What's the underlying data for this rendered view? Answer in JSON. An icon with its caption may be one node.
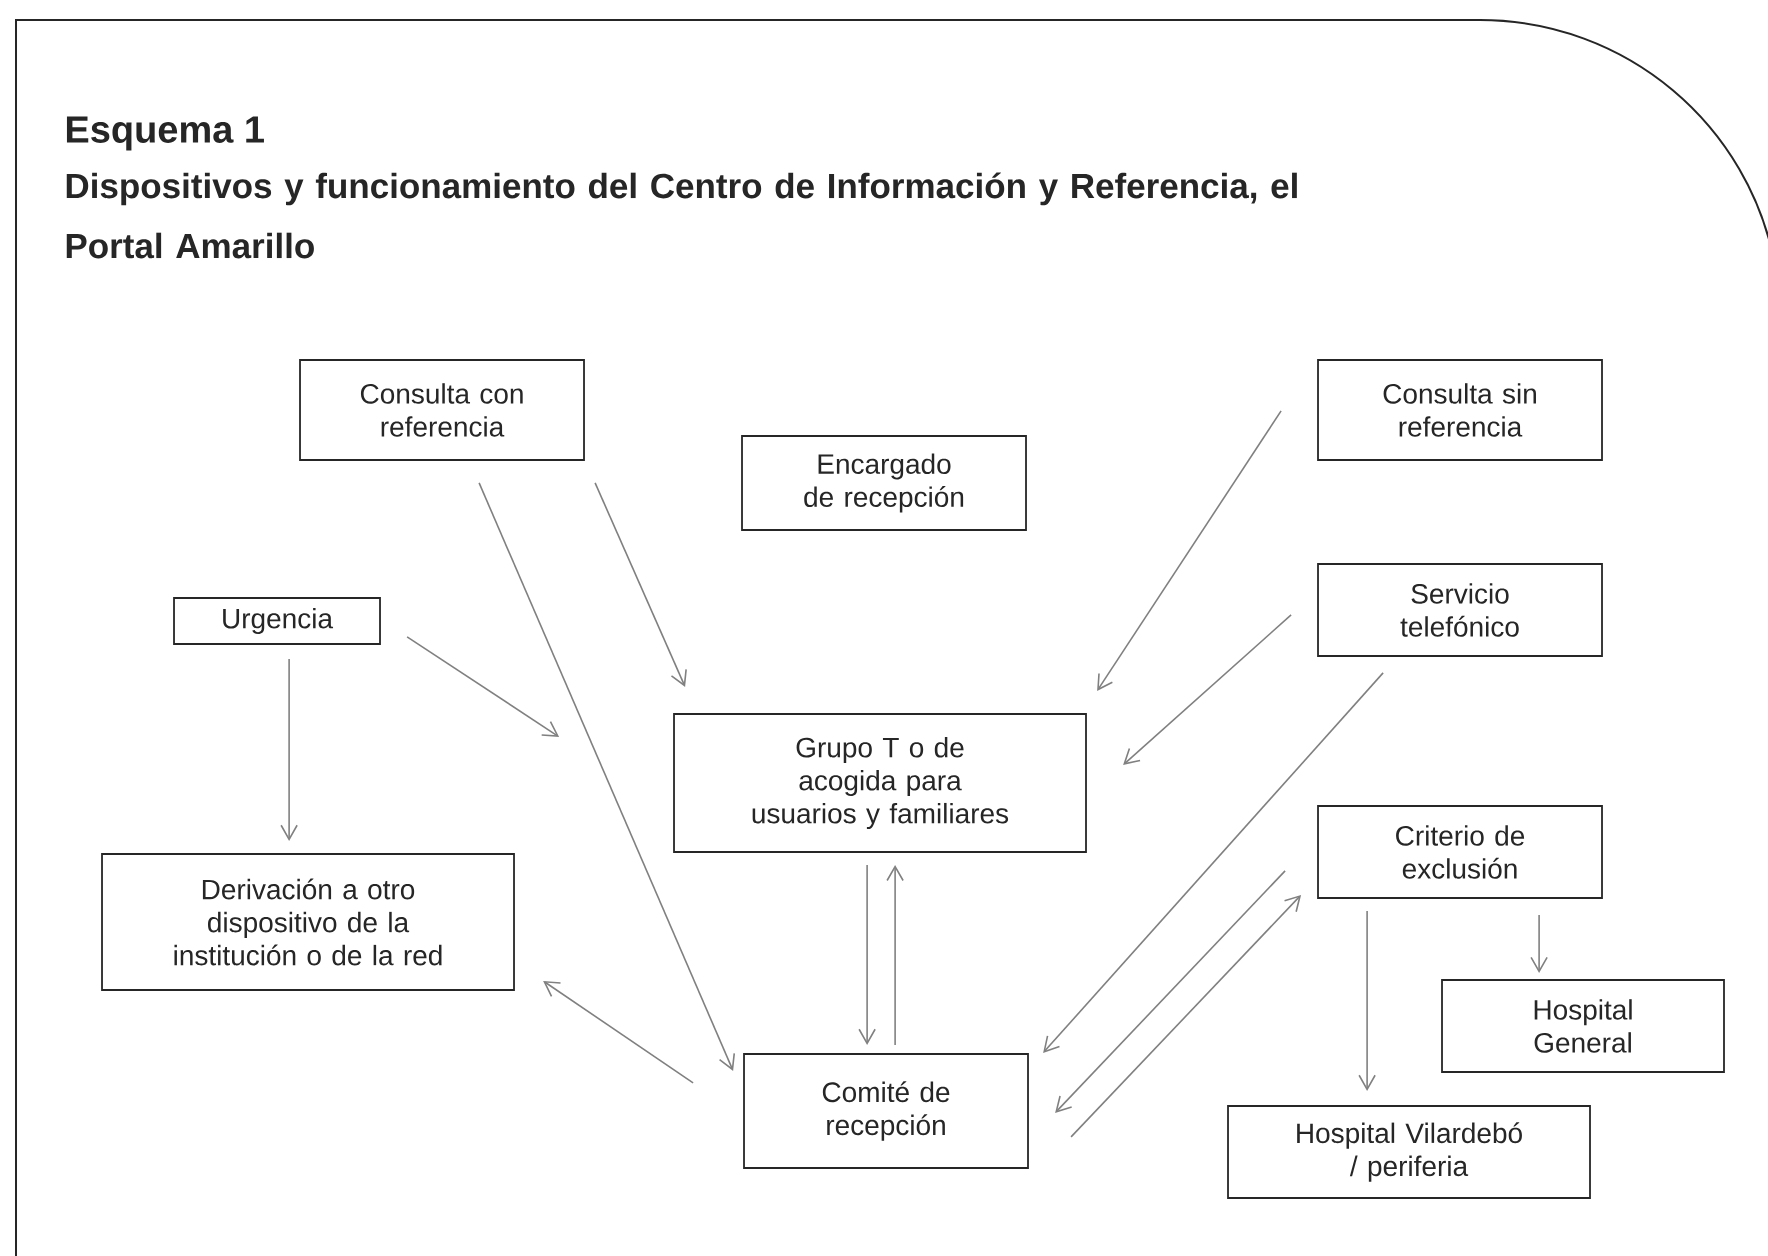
{
  "diagram": {
    "title": "Esquema 1",
    "nodes": [
      {
        "text": [
          "Consulta con referencia"
        ]
      },
      {
        "text": [
          "Encargado de recepción"
        ]
      },
      {
        "text": [
          "Consulta sin referencia"
        ]
      },
      {
        "text": [
          "Urgencia"
        ]
      },
      {
        "text": [
          "Servicio telefónico"
        ]
      },
      {
        "text": [
          "Grupo T o de acogida para usuarios y familiares"
        ]
      },
      {
        "text": [
          "Derivación a otro dispositivo de la institución o de la red"
        ]
      },
      {
        "text": [
          "Criterio de exclusión"
        ]
      },
      {
        "text": [
          "Hospital General"
        ]
      },
      {
        "text": [
          "Comité de recepción"
        ]
      },
      {
        "text": [
          "Hospital Vilardebó / periferia"
        ]
      }
    ],
    "edges": [
      {
        "from": 0,
        "to": 5,
        "arrow": "to"
      },
      {
        "from": 0,
        "to": 9,
        "arrow": "to"
      },
      {
        "from": 3,
        "to": 5,
        "arrow": "to"
      },
      {
        "from": 3,
        "to": 6,
        "arrow": "to"
      },
      {
        "from": 2,
        "to": 5,
        "arrow": "to"
      },
      {
        "from": 4,
        "to": 5,
        "arrow": "to"
      },
      {
        "from": 4,
        "to": 9,
        "arrow": "to"
      },
      {
        "from": 5,
        "to": 9,
        "arrow": "to"
      },
      {
        "from": 9,
        "to": 5,
        "arrow": "to"
      },
      {
        "from": 9,
        "to": 6,
        "arrow": "to"
      },
      {
        "from": 7,
        "to": 9,
        "arrow": "to"
      },
      {
        "from": 9,
        "to": 7,
        "arrow": "to"
      },
      {
        "from": 7,
        "to": 10,
        "arrow": "to"
      },
      {
        "from": 7,
        "to": 8,
        "arrow": "to"
      }
    ],
    "labels": [
      "Dispositivos y funcionamiento del Centro de Información y Referencia, el Portal Amarillo"
    ]
  }
}
